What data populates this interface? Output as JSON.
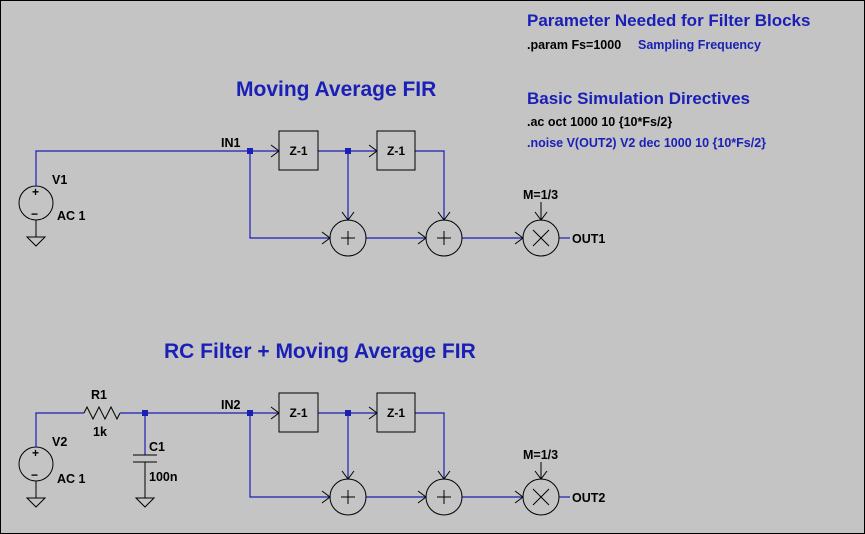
{
  "header": {
    "param_title": "Parameter Needed for Filter Blocks",
    "param_line": ".param Fs=1000",
    "param_comment": "Sampling Frequency",
    "directives_title": "Basic Simulation Directives",
    "ac_line": ".ac oct 1000 10 {10*Fs/2}",
    "noise_line": ".noise V(OUT2) V2 dec 1000 10 {10*Fs/2}"
  },
  "circuit1": {
    "title": "Moving Average FIR",
    "source_name": "V1",
    "source_value": "AC 1",
    "source_plus": "+",
    "source_minus": "−",
    "in_label": "IN1",
    "delay1": "Z-1",
    "delay2": "Z-1",
    "mult_param": "M=1/3",
    "out_label": "OUT1"
  },
  "circuit2": {
    "title": "RC Filter + Moving Average FIR",
    "source_name": "V2",
    "source_value": "AC 1",
    "source_plus": "+",
    "source_minus": "−",
    "r_name": "R1",
    "r_value": "1k",
    "c_name": "C1",
    "c_value": "100n",
    "in_label": "IN2",
    "delay1": "Z-1",
    "delay2": "Z-1",
    "mult_param": "M=1/3",
    "out_label": "OUT2"
  },
  "colors": {
    "background": "#c4c4c4",
    "wire": "#1a1fb5",
    "text_blue": "#1a1fb5",
    "text_black": "#000000"
  }
}
